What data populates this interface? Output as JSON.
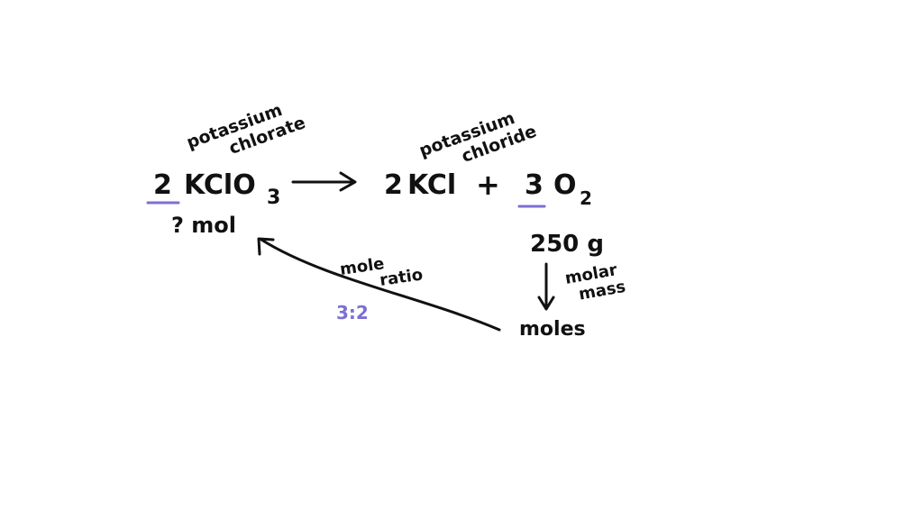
{
  "reactant": {
    "name_line1": "potassium",
    "name_line2": "chlorate",
    "coefficient": "2",
    "formula": "KClO",
    "subscript": "3",
    "unknown": "? mol"
  },
  "product1": {
    "name_line1": "potassium",
    "name_line2": "chloride",
    "coefficient": "2",
    "formula": "KCl"
  },
  "plus": "+",
  "product2": {
    "coefficient": "3",
    "formula": "O",
    "subscript": "2",
    "mass": "250 g",
    "moles": "moles"
  },
  "conversion": {
    "label_line1": "molar",
    "label_line2": "mass"
  },
  "ratio": {
    "label_line1": "mole",
    "label_line2": "ratio",
    "value": "3:2"
  },
  "colors": {
    "ink": "#111111",
    "highlight": "#7b6fd4"
  }
}
